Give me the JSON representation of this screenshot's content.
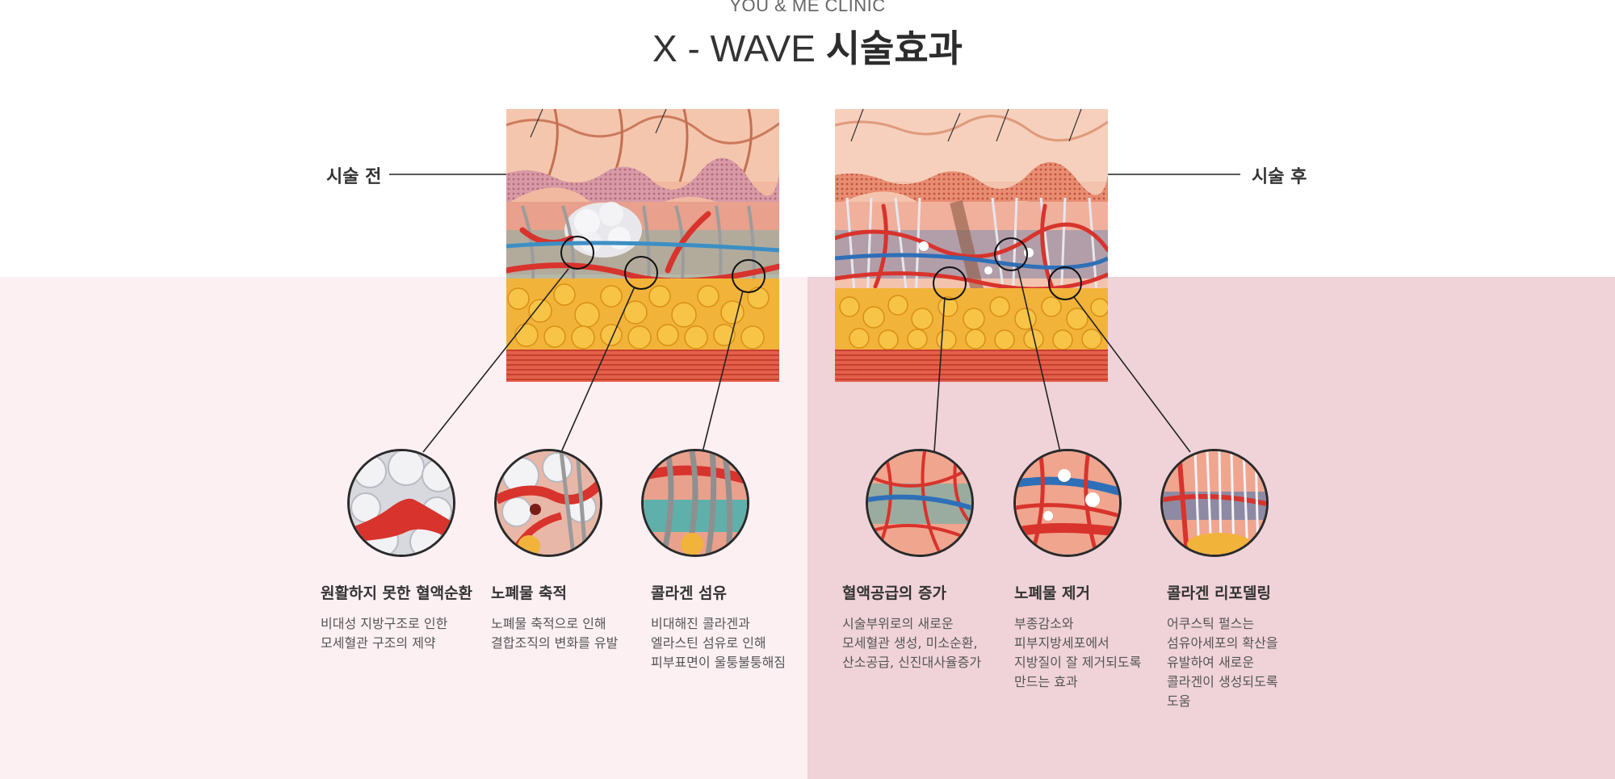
{
  "header": {
    "clinic": "YOU & ME CLINIC",
    "title_light": "X - WAVE",
    "title_bold": "시술효과"
  },
  "labels": {
    "before": "시술 전",
    "after": "시술 후"
  },
  "colors": {
    "left_bg": "#fdf0f3",
    "right_bg": "#efd3d9",
    "vessel": "#d8332c",
    "fat": "#f4a621",
    "collagen": "#b9b9b9"
  },
  "before_items": [
    {
      "title": "원활하지 못한 혈액순환",
      "desc": "비대성 지방구조로 인한\n모세혈관 구조의 제약"
    },
    {
      "title": "노폐물 축적",
      "desc": "노폐물 축적으로 인해\n결합조직의 변화를 유발"
    },
    {
      "title": "콜라겐 섬유",
      "desc": "비대해진 콜라겐과\n엘라스틴 섬유로 인해\n피부표면이 울퉁불퉁해짐"
    }
  ],
  "after_items": [
    {
      "title": "혈액공급의 증가",
      "desc": "시술부위로의 새로운\n모세혈관 생성, 미소순환,\n산소공급, 신진대사율증가"
    },
    {
      "title": "노폐물 제거",
      "desc": "부종감소와\n피부지방세포에서\n지방질이 잘 제거되도록\n만드는 효과"
    },
    {
      "title": "콜라겐 리포델링",
      "desc": "어쿠스틱 펄스는\n섬유아세포의 확산을\n유발하여 새로운\n콜라겐이 생성되도록\n도움"
    }
  ]
}
